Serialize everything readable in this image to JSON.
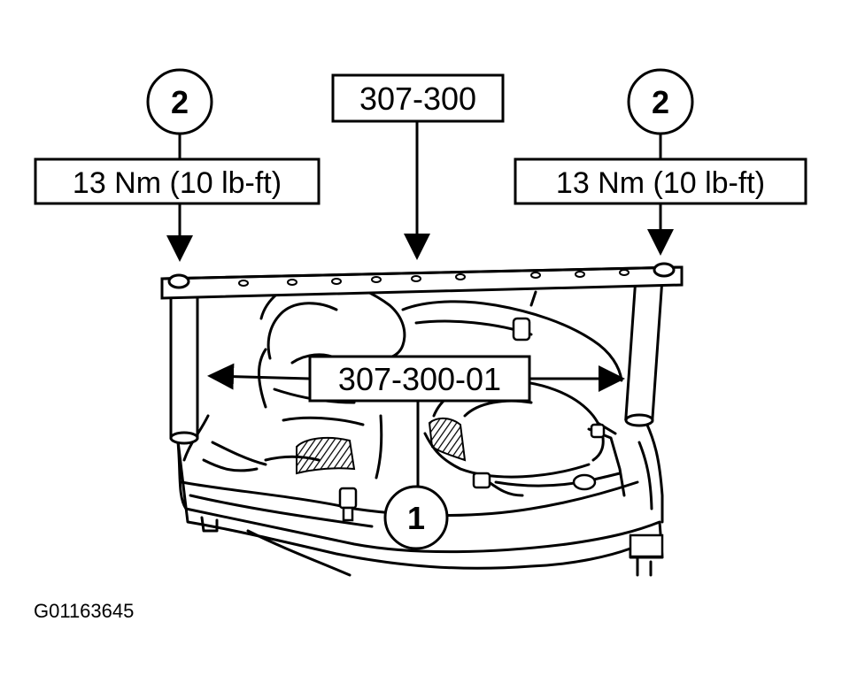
{
  "callouts": {
    "left_bolt_number": "2",
    "right_bolt_number": "2",
    "bottom_number": "1"
  },
  "torque": {
    "left": "13 Nm (10 lb-ft)",
    "right": "13 Nm (10 lb-ft)"
  },
  "tools": {
    "bar": "307-300",
    "legs": "307-300-01"
  },
  "figure_id": "G01163645"
}
